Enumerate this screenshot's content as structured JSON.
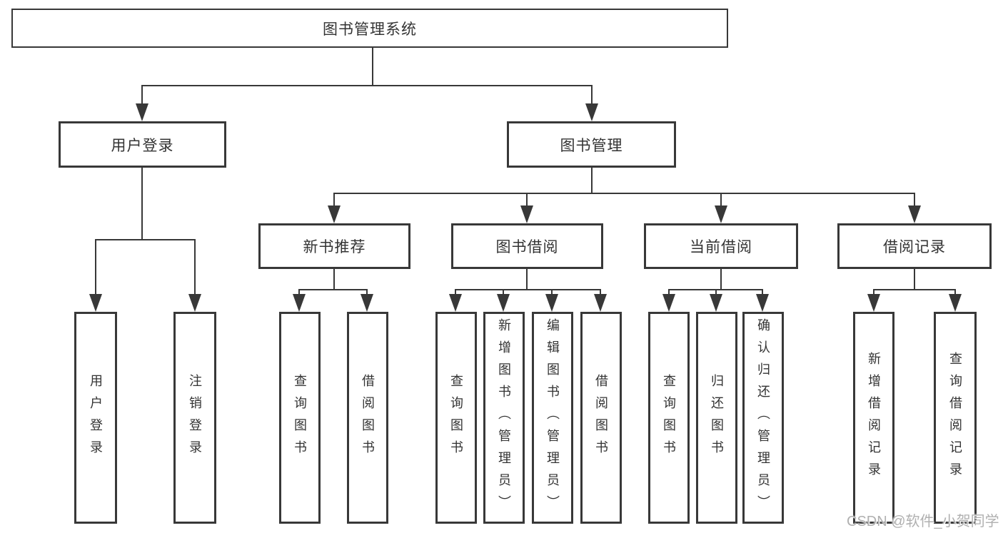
{
  "diagram_type": "hierarchy-tree",
  "tree": {
    "label": "图书管理系统",
    "children": [
      {
        "label": "用户登录",
        "children": [
          {
            "label": "用户登录"
          },
          {
            "label": "注销登录"
          }
        ]
      },
      {
        "label": "图书管理",
        "children": [
          {
            "label": "新书推荐",
            "children": [
              {
                "label": "查询图书"
              },
              {
                "label": "借阅图书"
              }
            ]
          },
          {
            "label": "图书借阅",
            "children": [
              {
                "label": "查询图书"
              },
              {
                "label": "新增图书（管理员）"
              },
              {
                "label": "编辑图书（管理员）"
              },
              {
                "label": "借阅图书"
              }
            ]
          },
          {
            "label": "当前借阅",
            "children": [
              {
                "label": "查询图书"
              },
              {
                "label": "归还图书"
              },
              {
                "label": "确认归还（管理员）"
              }
            ]
          },
          {
            "label": "借阅记录",
            "children": [
              {
                "label": "新增借阅记录"
              },
              {
                "label": "查询借阅记录"
              }
            ]
          }
        ]
      }
    ]
  },
  "watermark": {
    "text": "CSDN @软件_小贺同学"
  },
  "colors": {
    "line": "#383838",
    "text": "#333333",
    "watermark_text": "#b0b0b0",
    "background": "#ffffff"
  }
}
